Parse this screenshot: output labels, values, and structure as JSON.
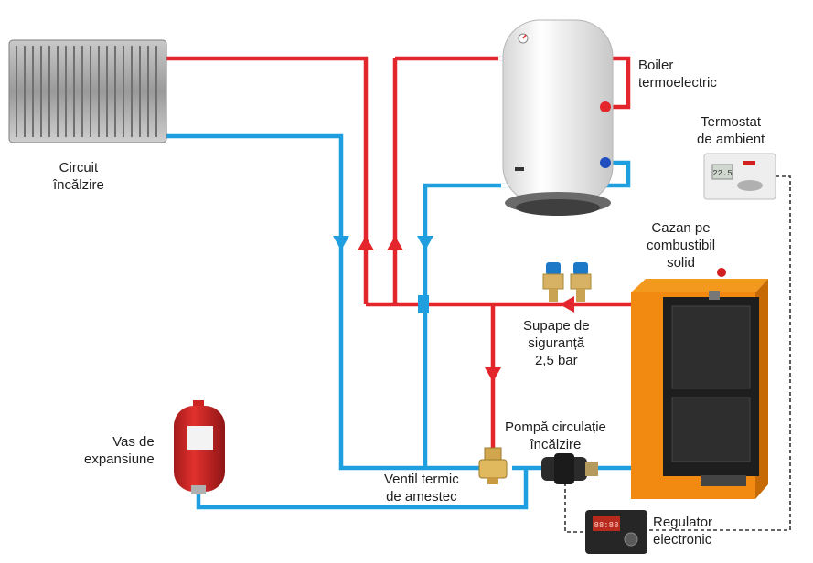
{
  "colors": {
    "hot": "#e3262b",
    "cold": "#1f9fe0",
    "control_wire": "#333333",
    "boiler_case": "#f04b1a",
    "boiler_body": "#2d2d2d"
  },
  "labels": {
    "circuit": [
      "Circuit",
      "încălzire"
    ],
    "boiler": [
      "Boiler",
      "termoelectric"
    ],
    "thermostat": [
      "Termostat",
      "de ambient"
    ],
    "cazan": [
      "Cazan pe",
      "combustibil",
      "solid"
    ],
    "supape": [
      "Supape de",
      "siguranță",
      "2,5 bar"
    ],
    "pompa": [
      "Pompă circulație",
      "încălzire"
    ],
    "vas": [
      "Vas de",
      "expansiune"
    ],
    "ventil": [
      "Ventil termic",
      "de amestec"
    ],
    "regulator": [
      "Regulator",
      "electronic"
    ]
  },
  "device_text": {
    "thermostat_display": "22.5",
    "regulator_display": "88:88"
  }
}
